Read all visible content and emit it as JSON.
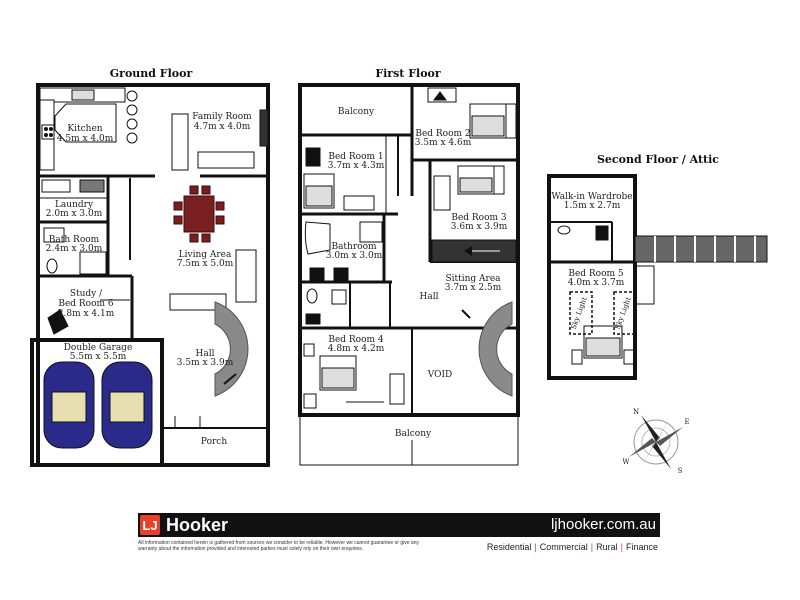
{
  "floors": {
    "ground": "Ground Floor",
    "first": "First Floor",
    "second": "Second Floor / Attic"
  },
  "rooms": {
    "kitchen": {
      "name": "Kitchen",
      "size": "4.5m x 4.0m"
    },
    "family": {
      "name": "Family Room",
      "size": "4.7m x 4.0m"
    },
    "laundry": {
      "name": "Laundry",
      "size": "2.0m x 3.0m"
    },
    "bath_g": {
      "name": "Bath Room",
      "size": "2.4m x 3.0m"
    },
    "living": {
      "name": "Living Area",
      "size": "7.5m x 5.0m"
    },
    "study_l1": "Study /",
    "study_l2": "Bed Room 6",
    "study_size": "2.8m x 4.1m",
    "garage": {
      "name": "Double Garage",
      "size": "5.5m x 5.5m"
    },
    "hall_g": {
      "name": "Hall",
      "size": "3.5m x 3.9m"
    },
    "porch": "Porch",
    "balcony_top": "Balcony",
    "bed1": {
      "name": "Bed Room 1",
      "size": "3.7m x 4.3m"
    },
    "bed2": {
      "name": "Bed Room 2",
      "size": "3.5m x 4.6m"
    },
    "bed3": {
      "name": "Bed Room 3",
      "size": "3.6m x 3.9m"
    },
    "bathroom_f": {
      "name": "Bathroom",
      "size": "3.0m x 3.0m"
    },
    "sitting": {
      "name": "Sitting Area",
      "size": "3.7m x 2.5m"
    },
    "hall_f": "Hall",
    "bed4": {
      "name": "Bed Room 4",
      "size": "4.8m x 4.2m"
    },
    "void": "VOID",
    "balcony_bottom": "Balcony",
    "wardrobe": {
      "name": "Walk-in Wardrobe",
      "size": "1.5m x 2.7m"
    },
    "bed5": {
      "name": "Bed Room 5",
      "size": "4.0m x 3.7m"
    },
    "skylight_left": "Sky Light",
    "skylight_right": "Sky Light"
  },
  "compass": {
    "n": "N",
    "e": "E",
    "s": "S",
    "w": "W"
  },
  "branding": {
    "logo_mark": "LJ",
    "name": "Hooker",
    "website": "ljhooker.com.au",
    "disclaimer": "All information contained herein is gathered from sources we consider to be reliable. However we cannot guarantee or give any warranty about the information provided and interested parties must solely rely on their own enquiries.",
    "services": [
      "Residential",
      "Commercial",
      "Rural",
      "Finance"
    ]
  },
  "colors": {
    "wall": "#111111",
    "stair": "#8a8a8a",
    "table": "#7a1f1f",
    "car": "#2a2a8a",
    "accent": "#e8402a"
  }
}
